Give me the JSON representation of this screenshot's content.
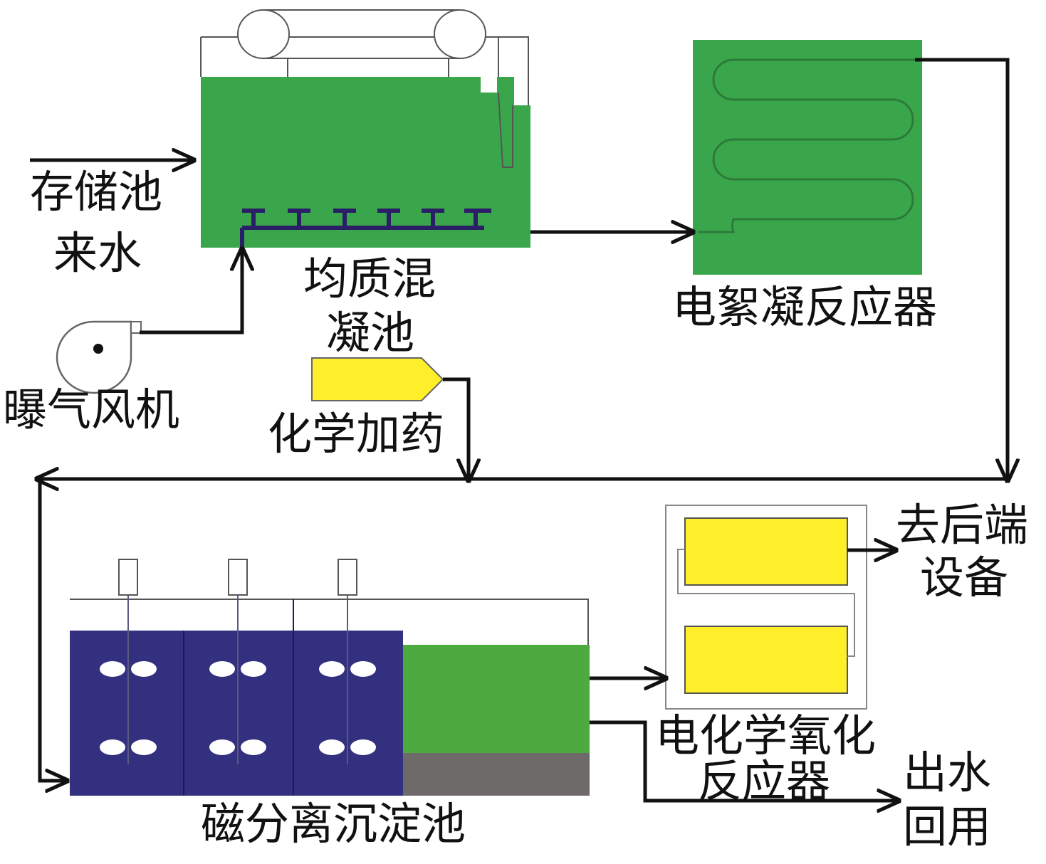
{
  "colors": {
    "green": "#3aa64c",
    "green_light": "#4daa3f",
    "navy": "#33307f",
    "yellow": "#ffef2a",
    "gray": "#6f6a6a",
    "pipe": "#2a1f66",
    "line": "#111111"
  },
  "labels": {
    "inflow": [
      "存储池",
      "来水"
    ],
    "mixing_tank": [
      "均质混",
      "凝池"
    ],
    "blower": "曝气风机",
    "chemical_dosing": "化学加药",
    "ec_reactor": "电絮凝反应器",
    "back_end": [
      "去后端",
      "设备"
    ],
    "eo_reactor": [
      "电化学氧化",
      "反应器"
    ],
    "reuse": [
      "出水",
      "回用"
    ],
    "magnetic_tank": "磁分离沉淀池"
  },
  "icons": [
    "blower-icon",
    "aerator-icon",
    "mixer-motor-icon",
    "arrow-icon"
  ]
}
